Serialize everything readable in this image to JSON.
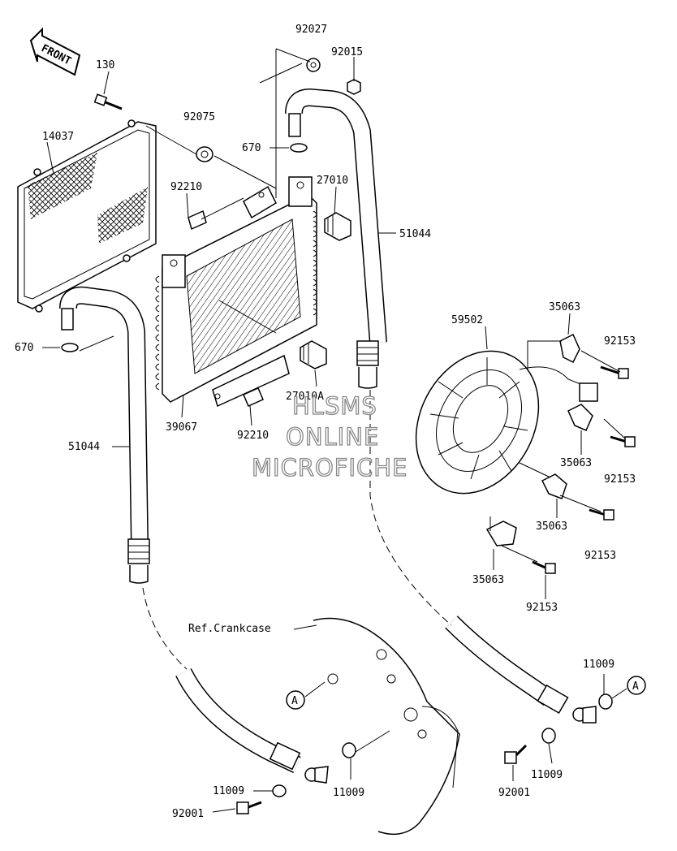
{
  "front_label": "FRONT",
  "ref_label": "Ref.Crankcase",
  "callout_a": "A",
  "watermark": {
    "line1": "HLSMS",
    "line2": "ONLINE",
    "line3": "MICROFICHE"
  },
  "labels": {
    "l130": "130",
    "l14037": "14037",
    "l92075": "92075",
    "l92027": "92027",
    "l92015": "92015",
    "l670_top": "670",
    "l27010": "27010",
    "l92210_top": "92210",
    "l51044_right": "51044",
    "l670_left": "670",
    "l59502": "59502",
    "l35063_a": "35063",
    "l92153_a": "92153",
    "l27010A": "27010A",
    "l39067": "39067",
    "l92210_bottom": "92210",
    "l51044_left": "51044",
    "l35063_b": "35063",
    "l92153_b": "92153",
    "l35063_c": "35063",
    "l92153_c": "92153",
    "l35063_d": "35063",
    "l92153_d": "92153",
    "l11009_right_top": "11009",
    "l11009_right_bottom": "11009",
    "l92001_right": "92001",
    "l11009_left": "11009",
    "l11009_center": "11009",
    "l92001_left": "92001"
  }
}
